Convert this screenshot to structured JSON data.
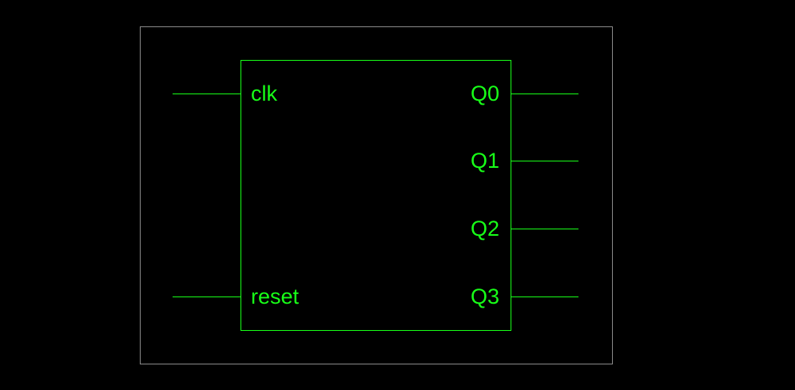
{
  "colors": {
    "background": "#000000",
    "outer_frame": "#8a8a8a",
    "block": "#18ff18",
    "wire": "#18ff18",
    "text": "#18ff18"
  },
  "block": {
    "inputs": [
      {
        "label": "clk"
      },
      {
        "label": "reset"
      }
    ],
    "outputs": [
      {
        "label": "Q0"
      },
      {
        "label": "Q1"
      },
      {
        "label": "Q2"
      },
      {
        "label": "Q3"
      }
    ]
  }
}
